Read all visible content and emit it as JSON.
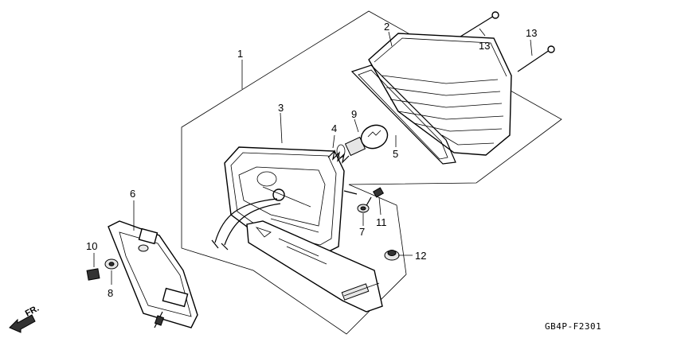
{
  "diagram": {
    "drawing_code": "GB4P-F2301",
    "direction_label": "FR.",
    "callouts": [
      {
        "id": "c1",
        "label": "1"
      },
      {
        "id": "c2",
        "label": "2"
      },
      {
        "id": "c3",
        "label": "3"
      },
      {
        "id": "c4",
        "label": "4"
      },
      {
        "id": "c5",
        "label": "5"
      },
      {
        "id": "c6",
        "label": "6"
      },
      {
        "id": "c7",
        "label": "7"
      },
      {
        "id": "c8",
        "label": "8"
      },
      {
        "id": "c9",
        "label": "9"
      },
      {
        "id": "c10",
        "label": "10"
      },
      {
        "id": "c11",
        "label": "11"
      },
      {
        "id": "c12",
        "label": "12"
      },
      {
        "id": "c13a",
        "label": "13"
      },
      {
        "id": "c13b",
        "label": "13"
      }
    ]
  }
}
